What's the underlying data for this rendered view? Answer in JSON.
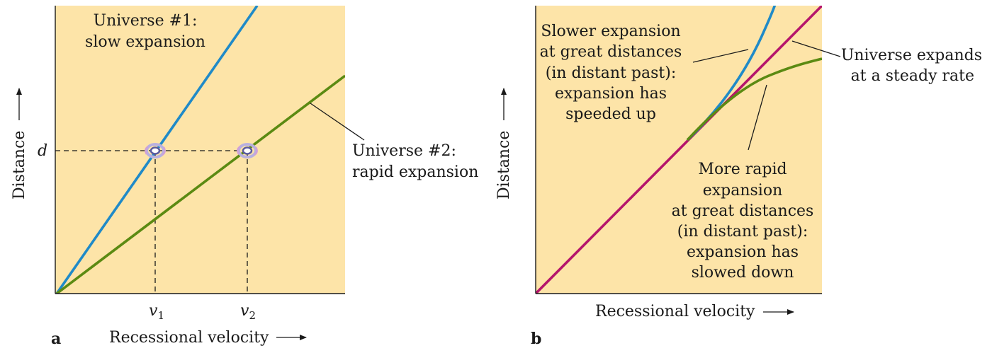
{
  "colors": {
    "panel_background": "#fde4a8",
    "slow_expansion_line": "#1f8ac8",
    "rapid_expansion_line": "#5b8a12",
    "steady_rate_line": "#b5156b",
    "galaxy_outer": "#a9a0d8",
    "galaxy_inner": "#5a5aa0"
  },
  "panel_a": {
    "tag": "a",
    "y_axis_label": "Distance",
    "x_axis_label": "Recessional velocity",
    "d_label": "d",
    "v1_label": "v",
    "v1_sub": "1",
    "v2_label": "v",
    "v2_sub": "2",
    "universe1_line1": "Universe #1:",
    "universe1_line2": "slow expansion",
    "universe2_line1": "Universe #2:",
    "universe2_line2": "rapid expansion",
    "icons": [
      "galaxy-icon",
      "galaxy-icon"
    ]
  },
  "panel_b": {
    "tag": "b",
    "y_axis_label": "Distance",
    "x_axis_label": "Recessional velocity",
    "slower_lines": [
      "Slower expansion",
      "at great distances",
      "(in distant past):",
      "expansion has",
      "speeded up"
    ],
    "steady_lines": [
      "Universe expands",
      "at a steady rate"
    ],
    "rapid_lines": [
      "More rapid",
      "expansion",
      "at great distances",
      "(in distant past):",
      "expansion has",
      "slowed down"
    ]
  }
}
